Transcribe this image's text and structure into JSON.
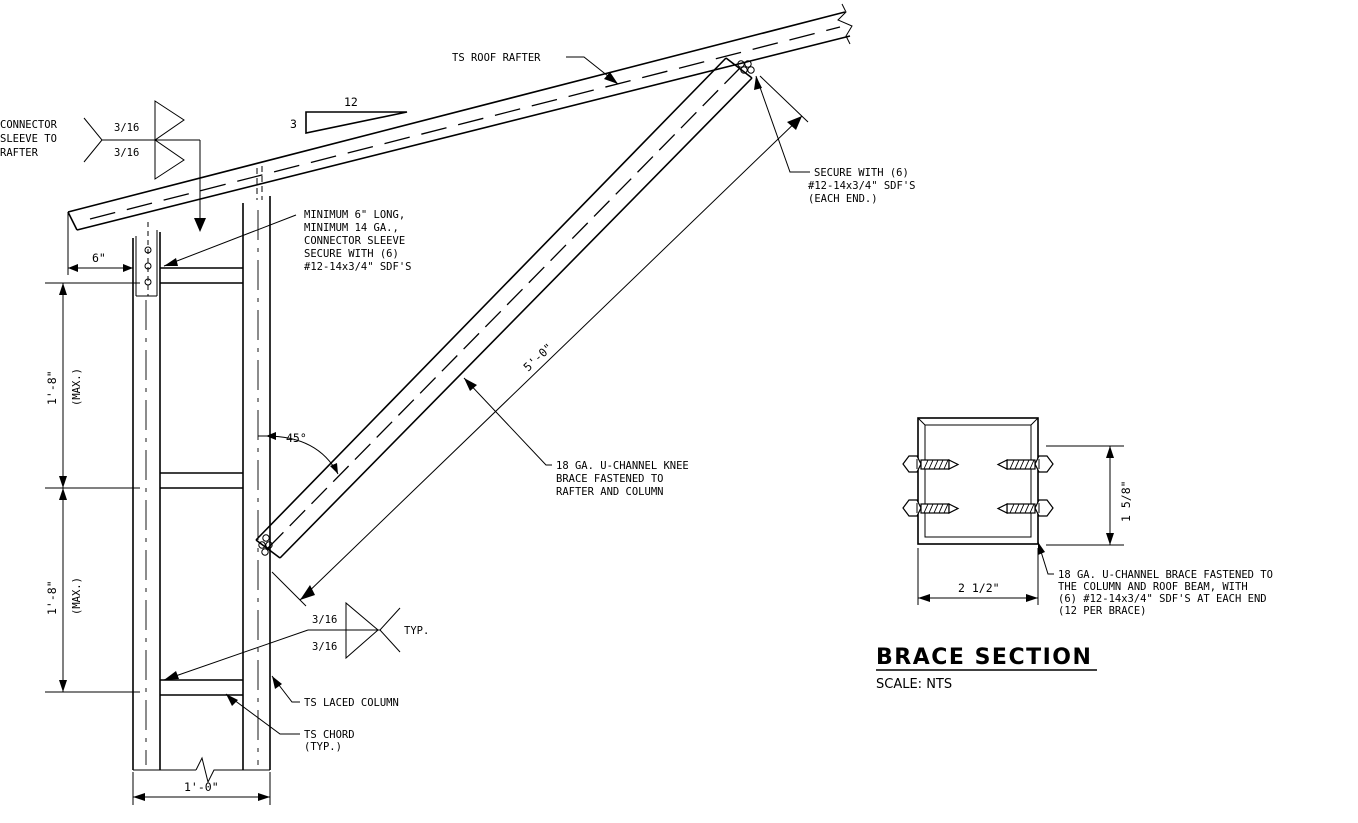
{
  "labels": {
    "rafter": "TS ROOF RAFTER",
    "slope_run": "12",
    "slope_rise": "3",
    "weld_top_side": "CONNECTOR",
    "weld_top_line2": "SLEEVE TO",
    "weld_top_line3": "RAFTER",
    "weld_top_size_a": "3/16",
    "weld_top_size_b": "3/16",
    "sleeve_note": [
      "MINIMUM 6\" LONG,",
      "MINIMUM 14 GA.,",
      "CONNECTOR SLEEVE",
      "SECURE WITH (6)",
      "#12-14x3/4\" SDF'S"
    ],
    "secure_note": [
      "SECURE WITH (6)",
      "#12-14x3/4\" SDF'S",
      "(EACH END.)"
    ],
    "dim_sleeve": "6\"",
    "dim_upper": "1'-8\"",
    "dim_upper_max": "(MAX.)",
    "dim_lower": "1'-8\"",
    "dim_lower_max": "(MAX.)",
    "dim_brace": "5'-0\"",
    "angle": "45°",
    "brace_note": [
      "18 GA. U-CHANNEL KNEE",
      "BRACE FASTENED TO",
      "RAFTER AND COLUMN"
    ],
    "weld_bot_size_a": "3/16",
    "weld_bot_size_b": "3/16",
    "weld_bot_typ": "TYP.",
    "column": "TS LACED COLUMN",
    "chord": [
      "TS CHORD",
      "(TYP.)"
    ],
    "dim_column": "1'-0\"",
    "section_height": "1 5/8\"",
    "section_width": "2 1/2\"",
    "section_note": [
      "18 GA. U-CHANNEL BRACE FASTENED TO",
      "THE COLUMN AND ROOF BEAM, WITH",
      "(6) #12-14x3/4\" SDF'S AT EACH END",
      "(12 PER BRACE)"
    ],
    "section_title": "BRACE SECTION",
    "section_scale": "SCALE: NTS"
  }
}
